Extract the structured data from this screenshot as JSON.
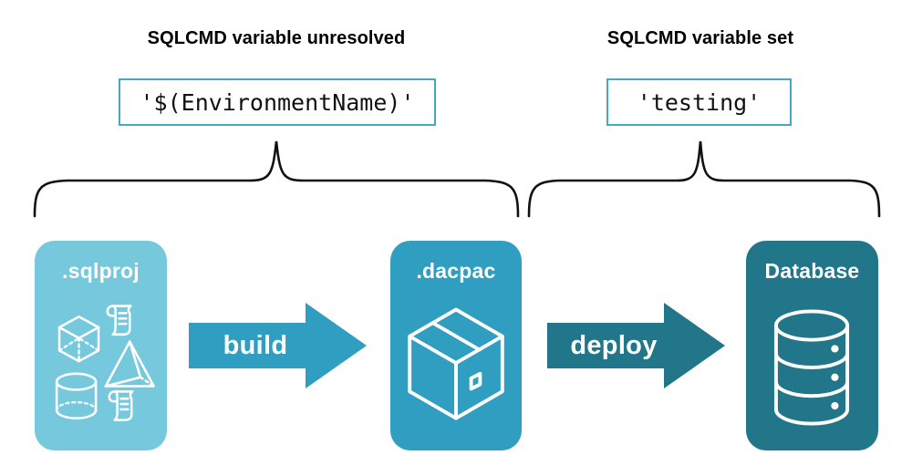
{
  "headers": {
    "left": "SQLCMD variable unresolved",
    "right": "SQLCMD variable set"
  },
  "code_values": {
    "left": "'$(EnvironmentName)'",
    "right": "'testing'"
  },
  "nodes": [
    {
      "id": "sqlproj",
      "title": ".sqlproj",
      "color": "#76c8dd"
    },
    {
      "id": "dacpac",
      "title": ".dacpac",
      "color": "#2f9ec0"
    },
    {
      "id": "database",
      "title": "Database",
      "color": "#227689"
    }
  ],
  "arrows": [
    {
      "id": "build",
      "label": "build",
      "color": "#2f9ec0"
    },
    {
      "id": "deploy",
      "label": "deploy",
      "color": "#227689"
    }
  ],
  "colors": {
    "background": "#ffffff",
    "brace_stroke": "#000000",
    "code_box_border": "#45a8c4",
    "light_teal": "#76c8dd",
    "mid_teal": "#2f9ec0",
    "dark_teal": "#227689",
    "text_dark": "#000000",
    "text_light": "#ffffff"
  },
  "icons": {
    "sqlproj": [
      "cube-wireframe-icon",
      "pyramid-wireframe-icon",
      "cylinder-wireframe-icon",
      "script-scroll-icon",
      "script-scroll-icon"
    ],
    "dacpac": [
      "package-box-icon"
    ],
    "database": [
      "database-cylinder-icon"
    ]
  }
}
